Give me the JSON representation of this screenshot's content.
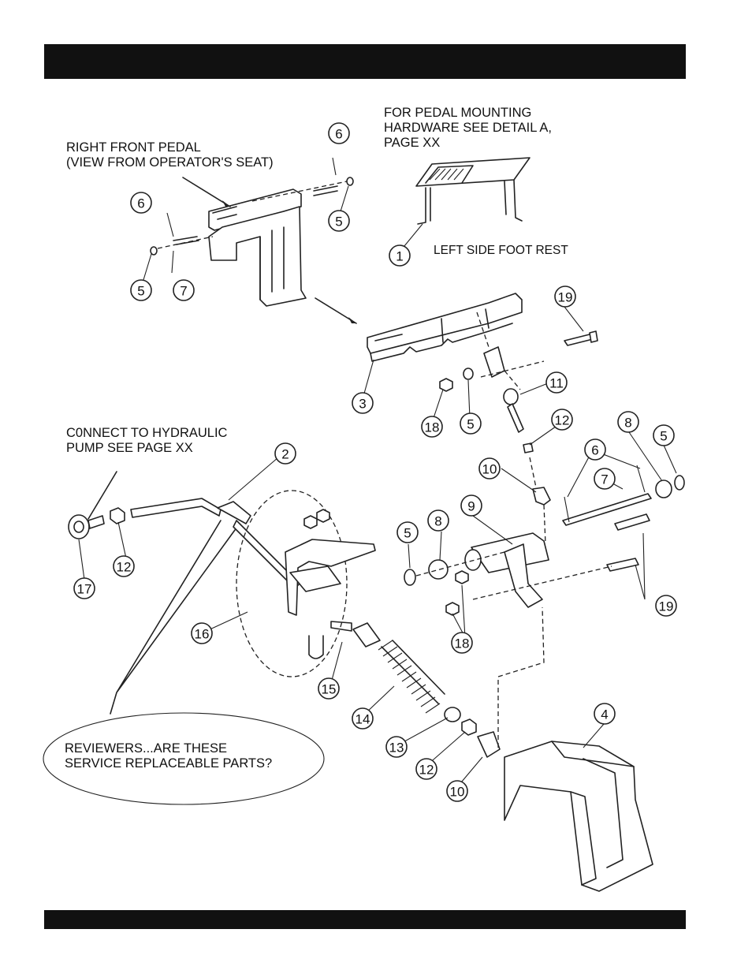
{
  "header_bar": "",
  "footer_bar": "",
  "notes": {
    "right_front_pedal": "RIGHT FRONT PEDAL\n(VIEW FROM OPERATOR'S SEAT)",
    "pedal_mounting": "FOR PEDAL MOUNTING\nHARDWARE SEE DETAIL A,\nPAGE XX",
    "left_foot_rest": "LEFT SIDE FOOT REST",
    "connect_hydraulic": "C0NNECT TO HYDRAULIC\nPUMP SEE PAGE XX",
    "reviewers": "REVIEWERS...ARE THESE\nSERVICE REPLACEABLE PARTS?"
  },
  "callouts": [
    "6",
    "6",
    "5",
    "5",
    "7",
    "1",
    "19",
    "11",
    "3",
    "18",
    "5",
    "12",
    "8",
    "5",
    "6",
    "7",
    "10",
    "2",
    "9",
    "8",
    "5",
    "12",
    "17",
    "16",
    "19",
    "18",
    "15",
    "14",
    "13",
    "12",
    "10",
    "4"
  ]
}
